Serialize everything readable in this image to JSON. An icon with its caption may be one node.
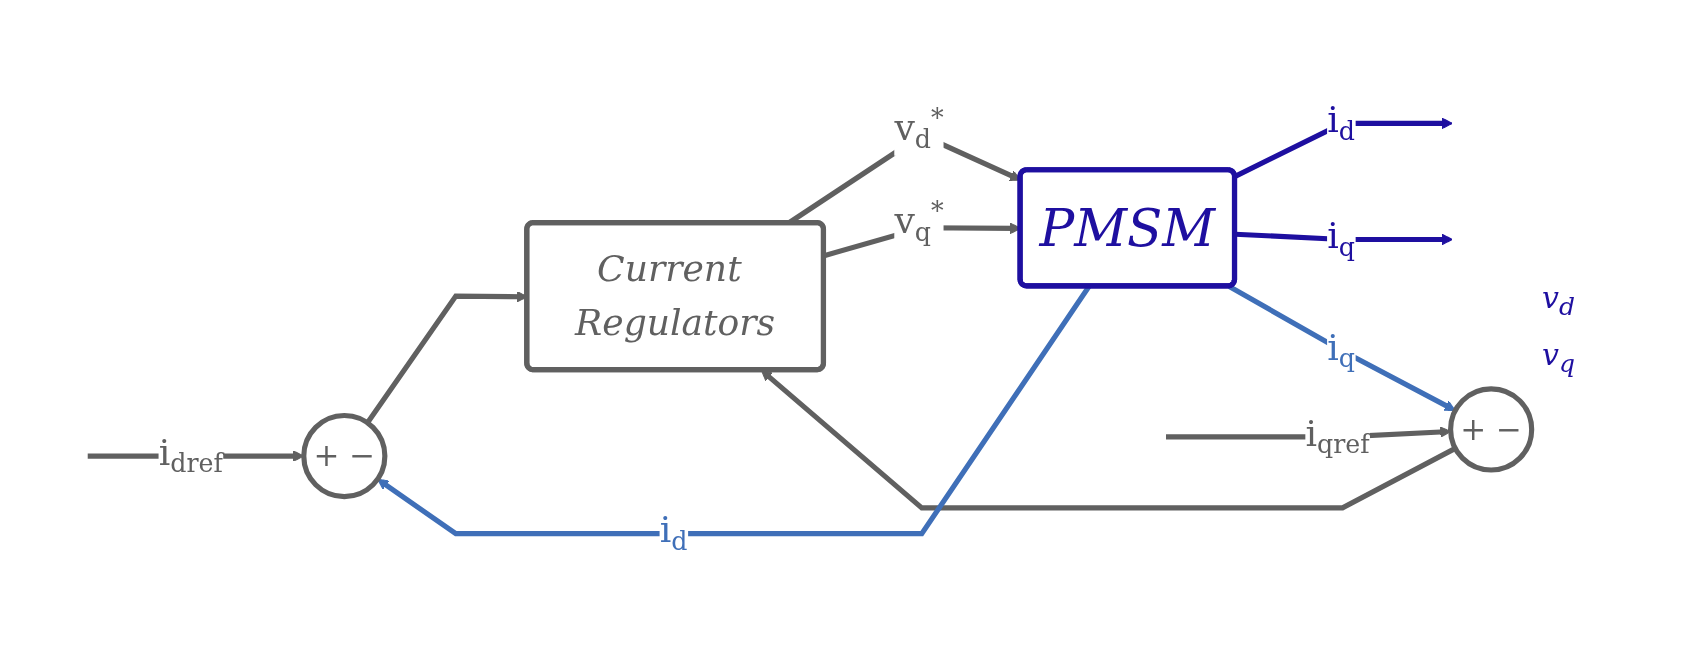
{
  "diagram": {
    "nodes": [
      {
        "text": [
          "+",
          "−"
        ]
      },
      {
        "text": [
          "+",
          "−"
        ]
      },
      {
        "text": [
          "Current Regulators"
        ]
      },
      {
        "text": [
          "PMSM"
        ]
      }
    ],
    "edges": [
      {
        "from": null,
        "to": 0,
        "arrow": "to",
        "label": "i$_{dref}$"
      },
      {
        "from": null,
        "to": 1,
        "arrow": "to",
        "label": "i$_{qref}$"
      },
      {
        "from": 0,
        "to": 2,
        "arrow": "to"
      },
      {
        "from": 1,
        "to": 2,
        "arrow": "to"
      },
      {
        "from": 2,
        "to": 3,
        "arrow": "to",
        "label": "v$_{d}$$^{*}$"
      },
      {
        "from": 2,
        "to": 3,
        "arrow": "to",
        "label": "v$_{q}$$^{*}$"
      },
      {
        "from": 3,
        "to": null,
        "arrow": "to",
        "label": "i$_{d}$",
        "color": "#1e0fa0"
      },
      {
        "from": 3,
        "to": null,
        "arrow": "to",
        "label": "i$_{q}$",
        "color": "#1e0fa0"
      },
      {
        "from": 3,
        "to": 0,
        "arrow": "to",
        "label": "i$_{d}$",
        "color": "#3f6fb8"
      },
      {
        "from": 3,
        "to": 1,
        "arrow": "to",
        "label": "i$_{q}$",
        "color": "#3f6fb8"
      }
    ],
    "labels": [
      "v$_{d}$",
      "v$_{q}$"
    ]
  }
}
